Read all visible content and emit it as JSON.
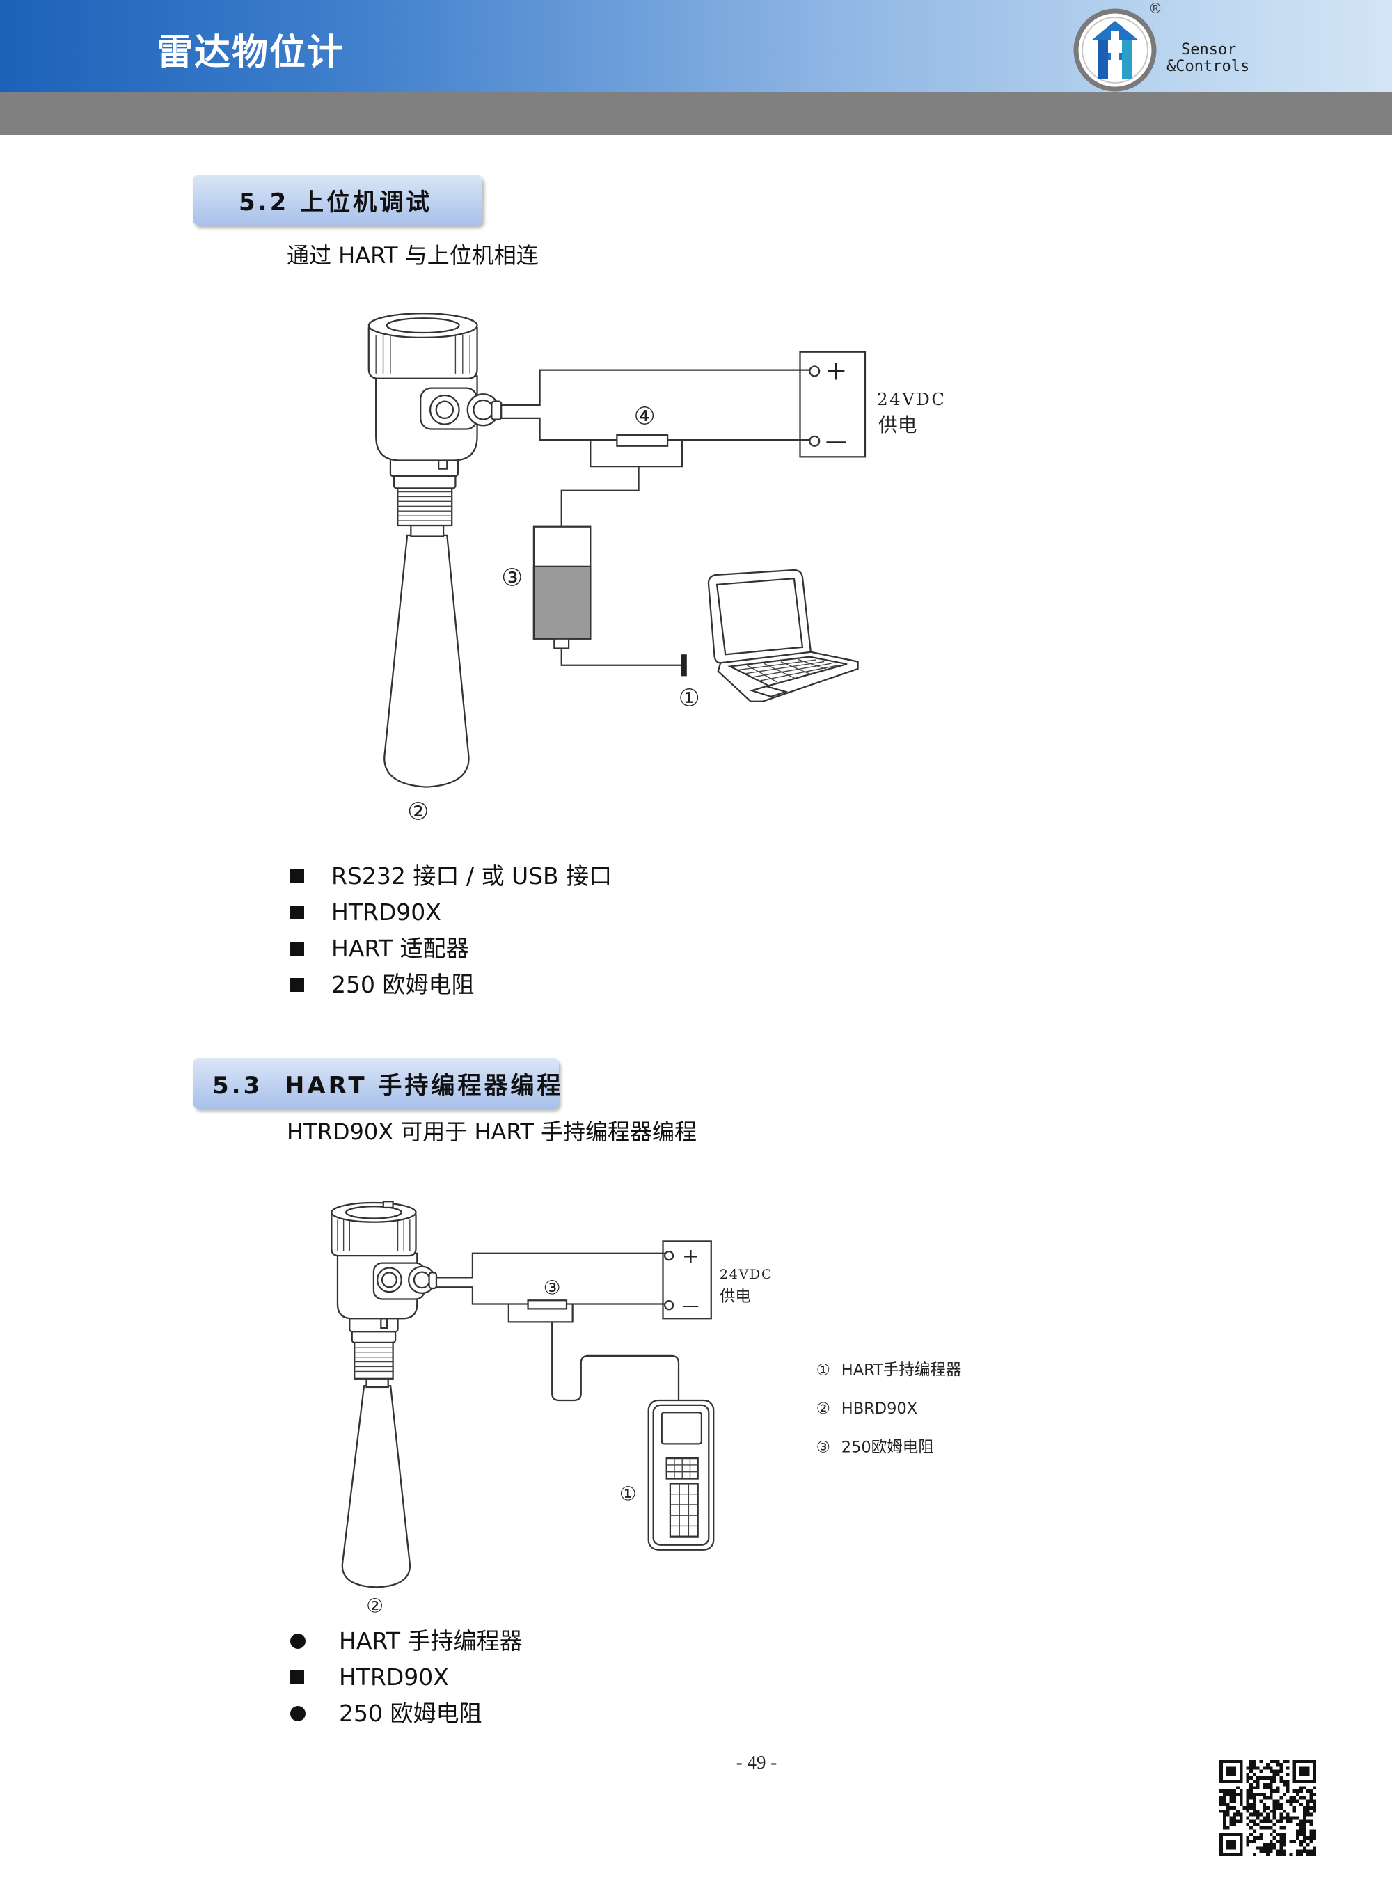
{
  "header": {
    "title": "雷达物位计",
    "logo": {
      "icon": "company-logo-icon",
      "registered_mark": "®",
      "text_line1": "Sensor",
      "text_line2": "&Controls"
    },
    "colors": {
      "bar_dark_blue": "#1c62b9",
      "bar_light_blue": "#d3e5f5",
      "bar_gray": "#808080",
      "heading_box_blue": "#c3d5f1"
    }
  },
  "section_5_2": {
    "heading": "5.2 上位机调试",
    "intro": "通过 HART 与上位机相连",
    "diagram": {
      "power_plus": "+",
      "power_minus": "—",
      "power_voltage": "24VDC",
      "power_label": "供电",
      "marker_1": "①",
      "marker_2": "②",
      "marker_3": "③",
      "marker_4": "④"
    },
    "bullets": [
      {
        "marker": "square",
        "text": "RS232 接口 / 或 USB 接口"
      },
      {
        "marker": "square",
        "text": "HTRD90X"
      },
      {
        "marker": "square",
        "text": "HART 适配器"
      },
      {
        "marker": "square",
        "text": "250 欧姆电阻"
      }
    ]
  },
  "section_5_3": {
    "heading": "5.3  HART 手持编程器编程",
    "intro": "HTRD90X 可用于 HART 手持编程器编程",
    "diagram": {
      "power_plus": "+",
      "power_minus": "—",
      "power_voltage": "24VDC",
      "power_label": "供电",
      "marker_1": "①",
      "marker_2": "②",
      "marker_3": "③",
      "legend": [
        {
          "marker": "①",
          "text": "HART手持编程器"
        },
        {
          "marker": "②",
          "text": "HBRD90X"
        },
        {
          "marker": "③",
          "text": "250欧姆电阻"
        }
      ]
    },
    "bullets": [
      {
        "marker": "circle",
        "text": "HART 手持编程器"
      },
      {
        "marker": "square",
        "text": "HTRD90X"
      },
      {
        "marker": "circle",
        "text": "250 欧姆电阻"
      }
    ]
  },
  "footer": {
    "page_number": "- 49 -",
    "qr_code": "qr-code-icon"
  }
}
